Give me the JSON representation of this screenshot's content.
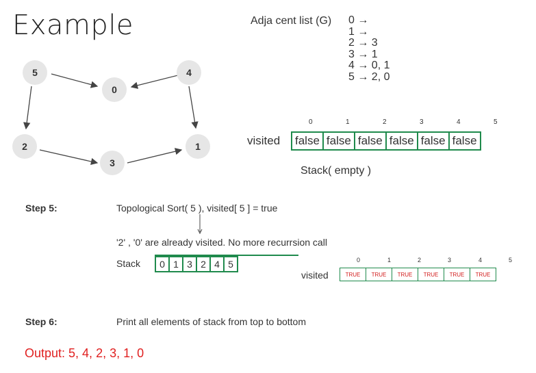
{
  "title": "Example",
  "adjacency": {
    "label": "Adja cent list  (G)",
    "lines": [
      "0 →",
      "1 →",
      "2 → 3",
      "3 → 1",
      "4 → 0, 1",
      "5 → 2, 0"
    ]
  },
  "graph": {
    "nodes": [
      "5",
      "4",
      "0",
      "2",
      "1",
      "3"
    ]
  },
  "visited_top": {
    "label": "visited",
    "indices": [
      "0",
      "1",
      "2",
      "3",
      "4",
      "5"
    ],
    "values": [
      "false",
      "false",
      "false",
      "false",
      "false",
      "false"
    ]
  },
  "stack_empty": "Stack( empty )",
  "step5": {
    "label": "Step 5:",
    "call": "Topological Sort( 5 ), visited[ 5 ] = true",
    "note": "'2' , '0' are already visited. No more recurrsion call",
    "stack_label": "Stack",
    "stack_values": [
      "0",
      "1",
      "3",
      "2",
      "4",
      "5"
    ],
    "visited_label": "visited",
    "visited_indices": [
      "0",
      "1",
      "2",
      "3",
      "4",
      "5"
    ],
    "visited_values": [
      "TRUE",
      "TRUE",
      "TRUE",
      "TRUE",
      "TRUE",
      "TRUE"
    ]
  },
  "step6": {
    "label": "Step 6:",
    "text": "Print all elements of stack from top to bottom"
  },
  "output": "Output: 5, 4, 2, 3, 1, 0",
  "colors": {
    "node_fill": "#e6e6e6",
    "box_green": "#1f8a4c",
    "output_red": "#e02020"
  }
}
